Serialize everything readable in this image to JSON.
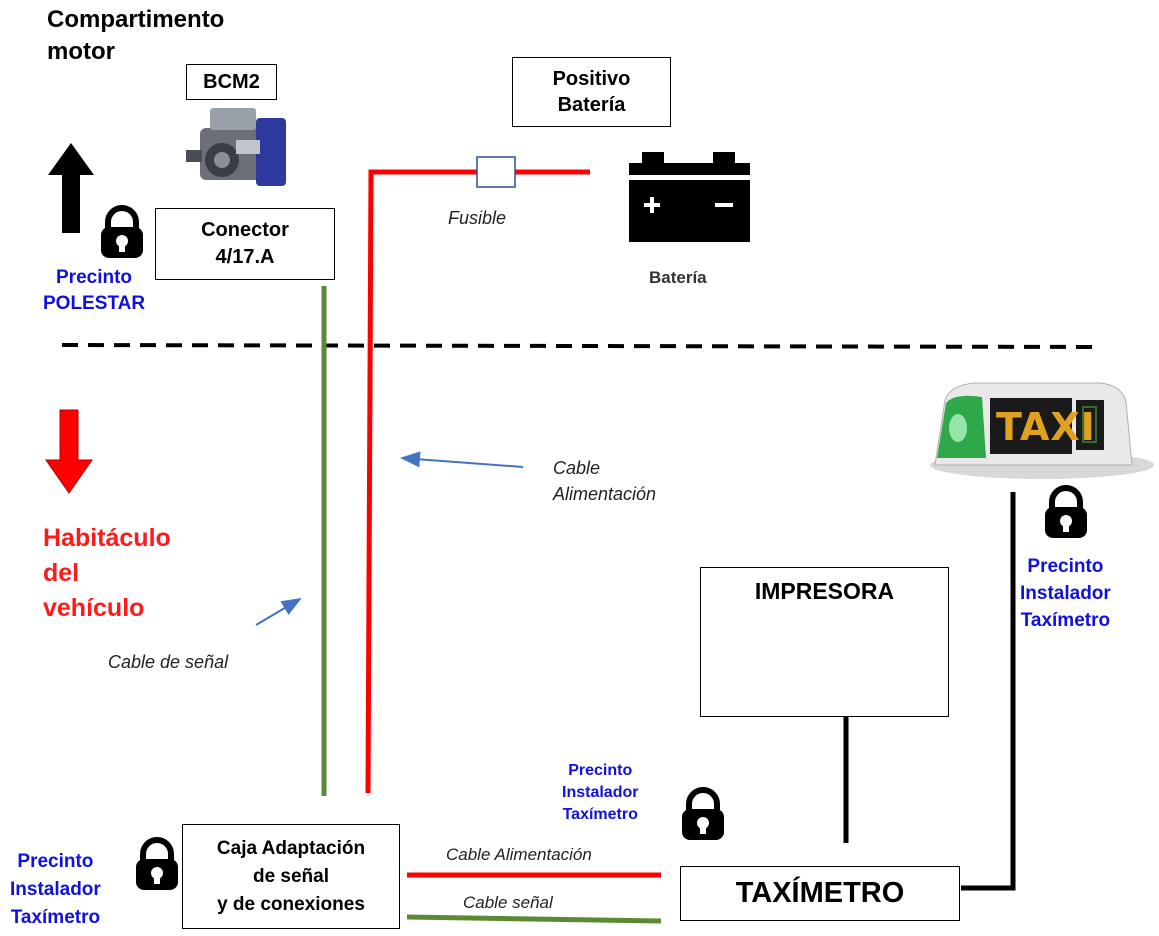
{
  "zones": {
    "engine": "Compartimento\nmotor",
    "cabin": "Habitáculo\ndel\nvehículo"
  },
  "components": {
    "bcm2": "BCM2",
    "battery_positive": "Positivo\nBatería",
    "connector": "Conector\n4/17.A",
    "battery": "Batería",
    "fuse": "Fusible",
    "printer": "IMPRESORA",
    "taximeter": "TAXÍMETRO",
    "adapter_box": "Caja Adaptación\nde señal\ny de conexiones",
    "taxi_sign": "TAXI"
  },
  "seals": {
    "polestar": "Precinto\nPOLESTAR",
    "installer_top_right": "Precinto\nInstalador\nTaxímetro",
    "installer_middle": "Precinto\nInstalador\nTaxímetro",
    "installer_bottom_left": "Precinto\nInstalador\nTaxímetro"
  },
  "cables": {
    "power": "Cable\nAlimentación",
    "signal": "Cable de señal",
    "power_bottom": "Cable Alimentación",
    "signal_bottom": "Cable señal"
  },
  "colors": {
    "power_wire": "#ff0000",
    "signal_wire": "#5a8a32",
    "seal_text": "#1010e0",
    "cabin_text": "#ff1a1a"
  }
}
